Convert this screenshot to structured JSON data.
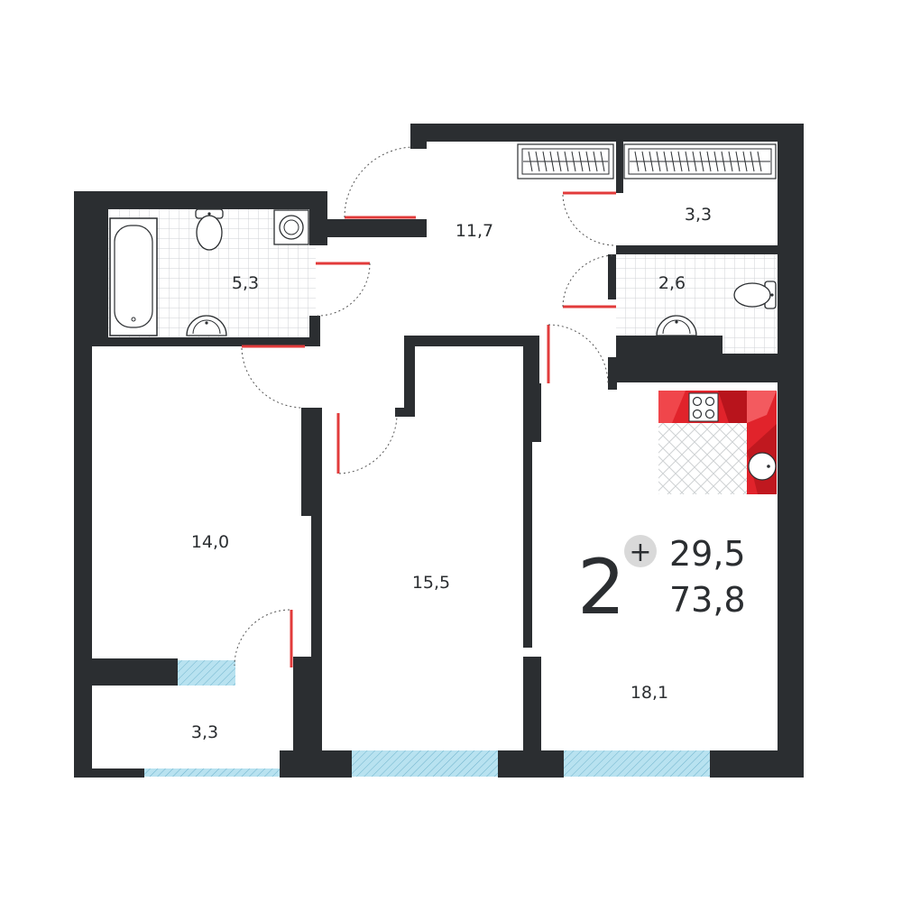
{
  "plan": {
    "rooms_count": "2",
    "plus_symbol": "+",
    "living_area": "29,5",
    "total_area": "73,8"
  },
  "rooms": {
    "hall": "11,7",
    "wardrobe": "3,3",
    "bathroom": "5,3",
    "toilet": "2,6",
    "bedroom_left": "14,0",
    "bedroom_middle": "15,5",
    "living_kitchen": "18,1",
    "balcony": "3,3"
  },
  "colors": {
    "wall": "#2b2e31",
    "door": "#e23b3b",
    "window": "#9fd6ea",
    "tile_grid": "#cfd2d4",
    "kitchen_red": "#e1232b",
    "badge_gray": "#d9d9d9"
  },
  "icons": {
    "bathtub": "bathtub-icon",
    "toilet": "toilet-icon",
    "sink": "sink-icon",
    "washing_machine": "washing-machine-icon",
    "stove": "stove-icon",
    "wardrobe": "wardrobe-icon"
  }
}
